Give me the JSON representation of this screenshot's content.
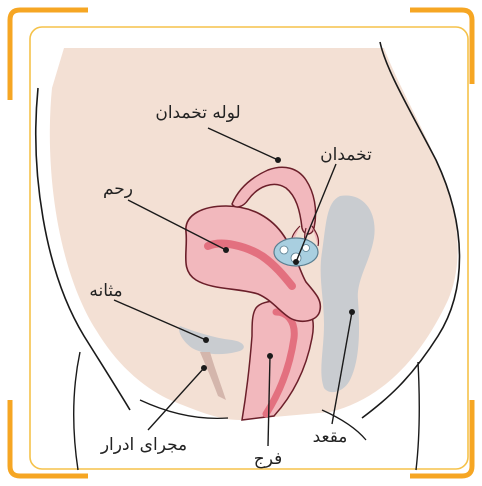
{
  "labels": {
    "fallopian_tube": "لوله تخمدان",
    "ovary": "تخمدان",
    "uterus": "رحم",
    "bladder": "مثانه",
    "urethra": "مجرای ادرار",
    "vagina": "فرج",
    "rectum": "مقعد"
  },
  "colors": {
    "frame_accent": "#f6a623",
    "frame_border": "#f5c24a",
    "skin": "#f3e0d4",
    "skin_shadow": "#ecd2c3",
    "uterus_outer": "#f2b8bd",
    "uterus_inner": "#e3707f",
    "uterus_outline": "#6b1f2a",
    "organ_gray": "#c9ccd0",
    "ovary_blue": "#a9cfe0",
    "outline": "#1a1a1a"
  }
}
